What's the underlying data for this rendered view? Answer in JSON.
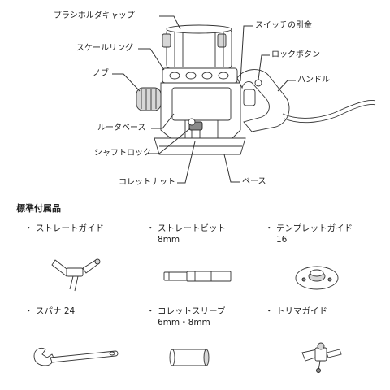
{
  "diagram": {
    "labels": {
      "brush_holder_cap": "ブラシホルダキャップ",
      "scale_ring": "スケールリング",
      "knob": "ノブ",
      "router_base": "ルータベース",
      "shaft_lock": "シャフトロック",
      "collet_nut": "コレットナット",
      "switch_trigger": "スイッチの引金",
      "lock_button": "ロックボタン",
      "handle": "ハンドル",
      "base": "ベース"
    }
  },
  "accessories": {
    "title": "標準付属品",
    "bullet": "・",
    "items": [
      {
        "name": "ストレートガイド",
        "sub": ""
      },
      {
        "name": "ストレートビット",
        "sub": "8mm"
      },
      {
        "name": "テンプレットガイド",
        "sub": "16"
      },
      {
        "name": "スパナ 24",
        "sub": ""
      },
      {
        "name": "コレットスリーブ",
        "sub": "6mm・8mm"
      },
      {
        "name": "トリマガイド",
        "sub": ""
      }
    ]
  }
}
